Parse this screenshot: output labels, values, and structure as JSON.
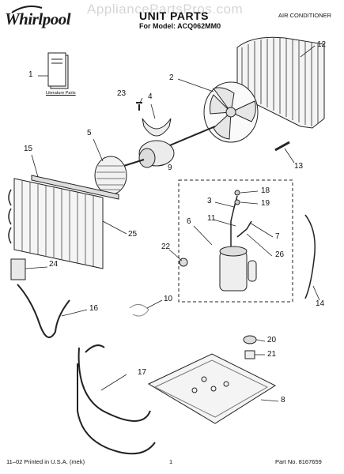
{
  "header": {
    "brand": "Whirlpool",
    "watermark": "AppliancePartsPros.com",
    "title": "UNIT PARTS",
    "subtitle": "For Model: ACQ062MM0",
    "category": "AIR CONDITIONER"
  },
  "literature_label": "Literature Parts",
  "callouts": [
    "1",
    "2",
    "3",
    "4",
    "5",
    "6",
    "7",
    "8",
    "9",
    "10",
    "11",
    "12",
    "13",
    "14",
    "15",
    "16",
    "17",
    "18",
    "19",
    "20",
    "21",
    "22",
    "23",
    "24",
    "25",
    "26"
  ],
  "footer": {
    "printed": "11–02 Printed in U.S.A. (mek)",
    "page": "1",
    "part_no": "Part No. 8167659"
  }
}
